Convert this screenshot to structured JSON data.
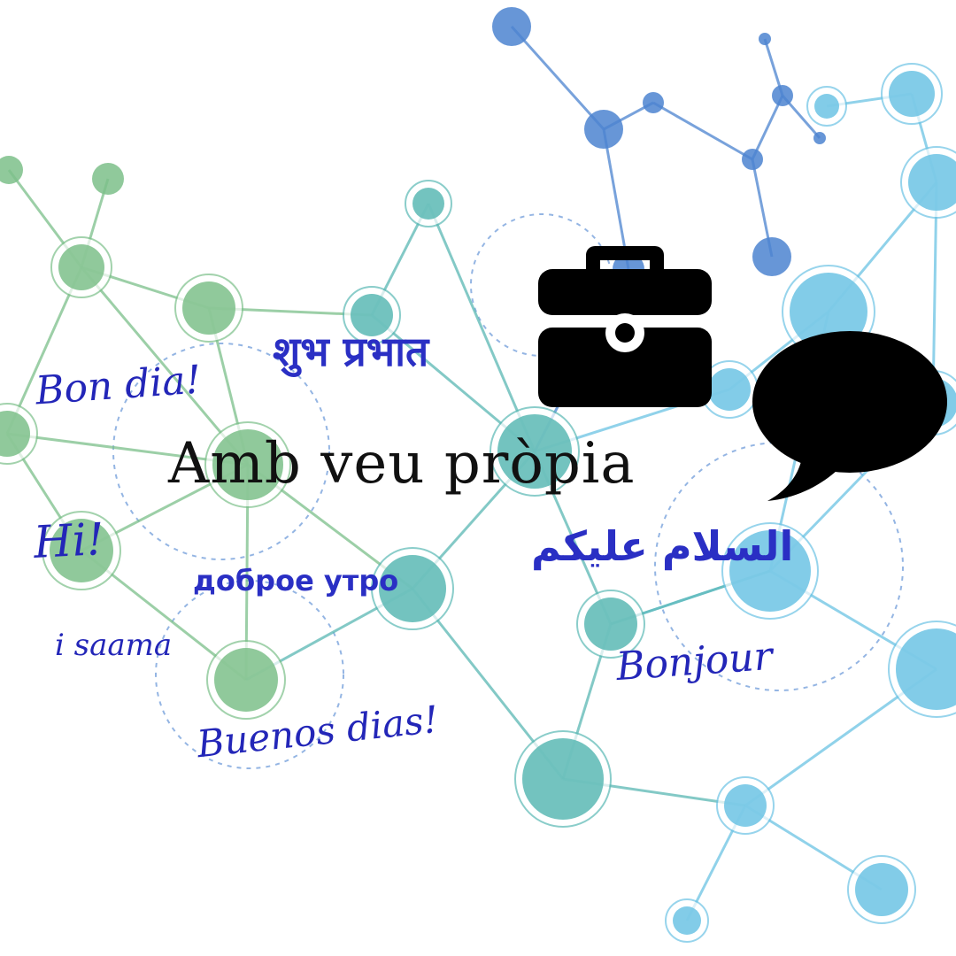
{
  "title": "Amb veu pròpia",
  "greetings": {
    "hindi": "शुभ प्रभात",
    "catalan": "Bon dia!",
    "english": "Hi!",
    "russian": "доброе утро",
    "inuktitut": "i saama",
    "spanish": "Buenos dias!",
    "arabic": "السلام عليكم",
    "french": "Bonjour"
  },
  "icons": {
    "briefcase": "briefcase-icon",
    "speech": "speech-bubble-icon"
  },
  "colors": {
    "text_blue": "#2a2fc4",
    "title": "#111111",
    "green": "#7cc08a",
    "teal": "#5ab8b4",
    "blue": "#4c84d0",
    "sky": "#6cc3e4"
  }
}
